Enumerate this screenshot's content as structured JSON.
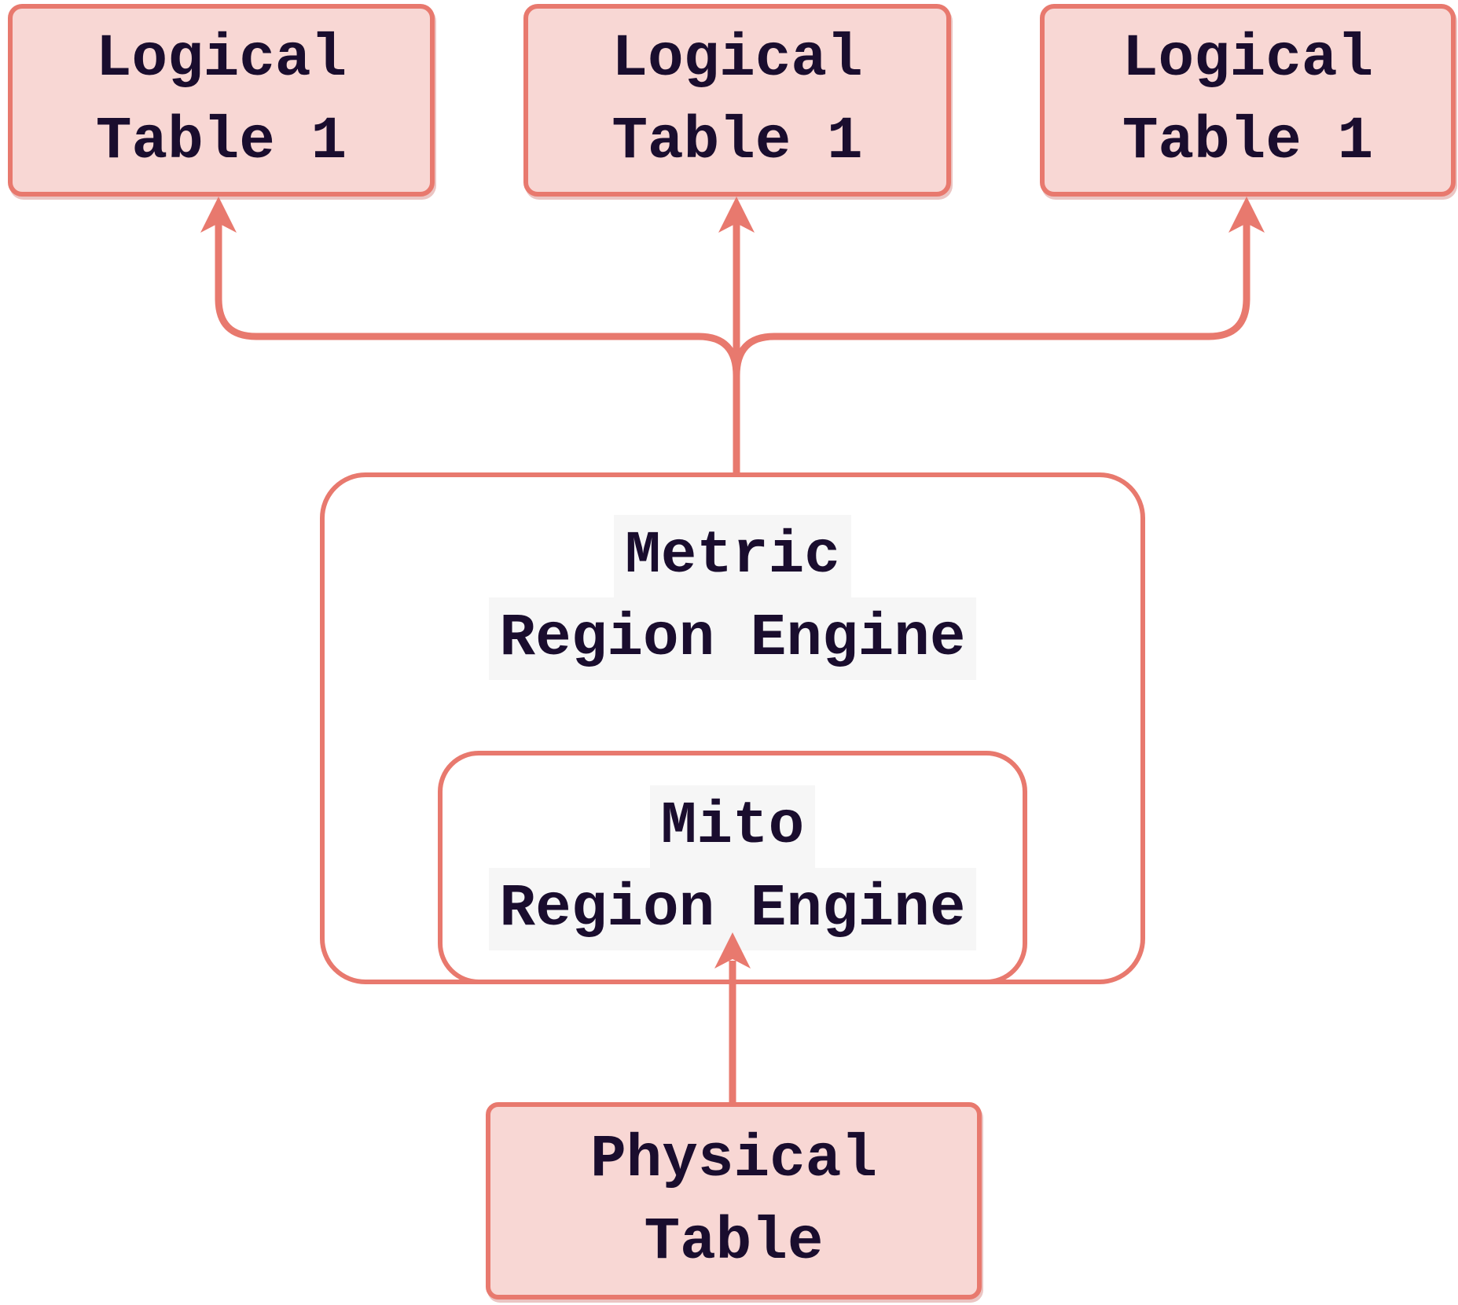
{
  "diagram": {
    "type": "flowchart",
    "colors": {
      "stroke": "#e8796e",
      "node_fill_pink": "#f8d7d4",
      "node_fill_white": "#ffffff",
      "text": "#1a0d2e",
      "label_highlight": "#f6f6f6"
    },
    "nodes": {
      "logical_table_a": {
        "line1": "Logical",
        "line2": "Table 1"
      },
      "logical_table_b": {
        "line1": "Logical",
        "line2": "Table 1"
      },
      "logical_table_c": {
        "line1": "Logical",
        "line2": "Table 1"
      },
      "metric_engine": {
        "line1": "Metric",
        "line2": "Region Engine"
      },
      "mito_engine": {
        "line1": "Mito",
        "line2": "Region Engine"
      },
      "physical_table": {
        "line1": "Physical",
        "line2": "Table"
      }
    },
    "edges": [
      {
        "from": "metric_engine",
        "to": "logical_table_a"
      },
      {
        "from": "metric_engine",
        "to": "logical_table_b"
      },
      {
        "from": "metric_engine",
        "to": "logical_table_c"
      },
      {
        "from": "physical_table",
        "to": "mito_engine"
      }
    ]
  }
}
